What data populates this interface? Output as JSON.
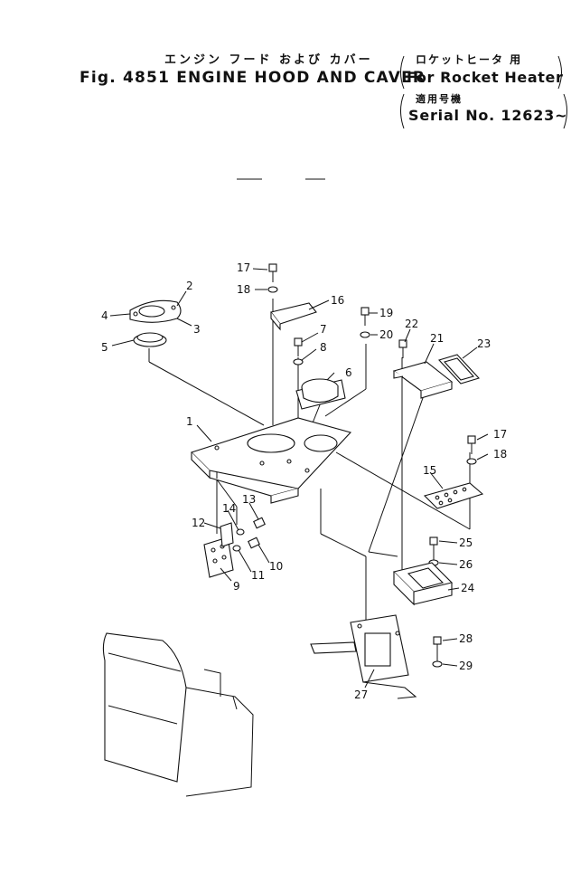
{
  "title": {
    "japanese": "エンジン フード および カバー",
    "main": "Fig. 4851 ENGINE HOOD AND CAVER",
    "variant_japanese": "ロケットヒータ 用",
    "variant": "For Rocket Heater",
    "serial_japanese": "適用号機",
    "serial": "Serial No. 12623~"
  },
  "callouts": [
    "1",
    "2",
    "3",
    "4",
    "5",
    "6",
    "7",
    "8",
    "9",
    "10",
    "11",
    "12",
    "13",
    "14",
    "15",
    "16",
    "17",
    "18",
    "19",
    "20",
    "21",
    "22",
    "23",
    "24",
    "25",
    "26",
    "27",
    "28",
    "29"
  ]
}
